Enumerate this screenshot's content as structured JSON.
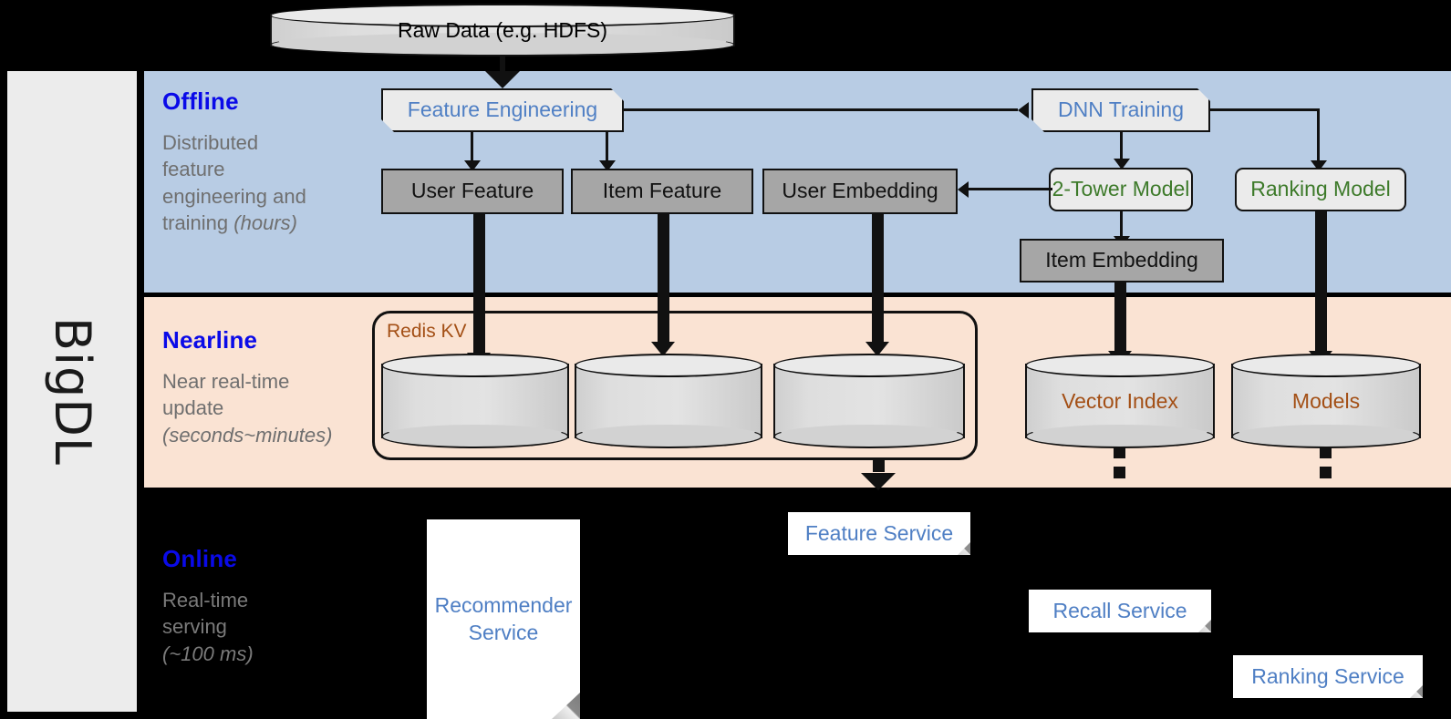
{
  "rail": {
    "label": "BigDL"
  },
  "bands": [
    {
      "id": "offline",
      "title": "Offline",
      "sub_line1": "Distributed",
      "sub_line2": "feature",
      "sub_line3": "engineering and",
      "sub_line4": "training ",
      "sub_italic": "(hours)"
    },
    {
      "id": "nearline",
      "title": "Nearline",
      "sub_line1": "Near real-time",
      "sub_line2": "update",
      "sub_line3": "",
      "sub_line4": "",
      "sub_italic": "(seconds~minutes)"
    },
    {
      "id": "online",
      "title": "Online",
      "sub_line1": "Real-time",
      "sub_line2": "serving",
      "sub_line3": "",
      "sub_line4": "",
      "sub_italic": "(~100 ms)"
    }
  ],
  "source": {
    "label": "Raw Data (e.g. HDFS)"
  },
  "offline": {
    "feature_engineering": "Feature Engineering",
    "dnn_training": "DNN Training",
    "two_tower_model": "2-Tower Model",
    "ranking_model": "Ranking Model",
    "user_feature": "User Feature",
    "item_feature": "Item Feature",
    "user_embedding": "User Embedding",
    "item_embedding": "Item Embedding"
  },
  "nearline": {
    "redis_kv": "Redis KV",
    "store_user_feature": "",
    "store_item_feature": "",
    "store_user_embedding": "",
    "vector_index": "Vector Index",
    "models": "Models"
  },
  "online": {
    "recommender_service": "Recommender Service",
    "feature_service": "Feature Service",
    "recall_service": "Recall Service",
    "ranking_service": "Ranking Service"
  },
  "colors": {
    "offline_band": "#b8cce4",
    "nearline_band": "#fae3d3",
    "online_band": "#000000",
    "rail": "#ececec",
    "band_title": "#0a0ae8",
    "blue_text": "#4f7fc4",
    "green_text": "#3d7a2a",
    "brown_text": "#a34f15",
    "data_box": "#a6a6a6",
    "process_box": "#ebebeb"
  }
}
